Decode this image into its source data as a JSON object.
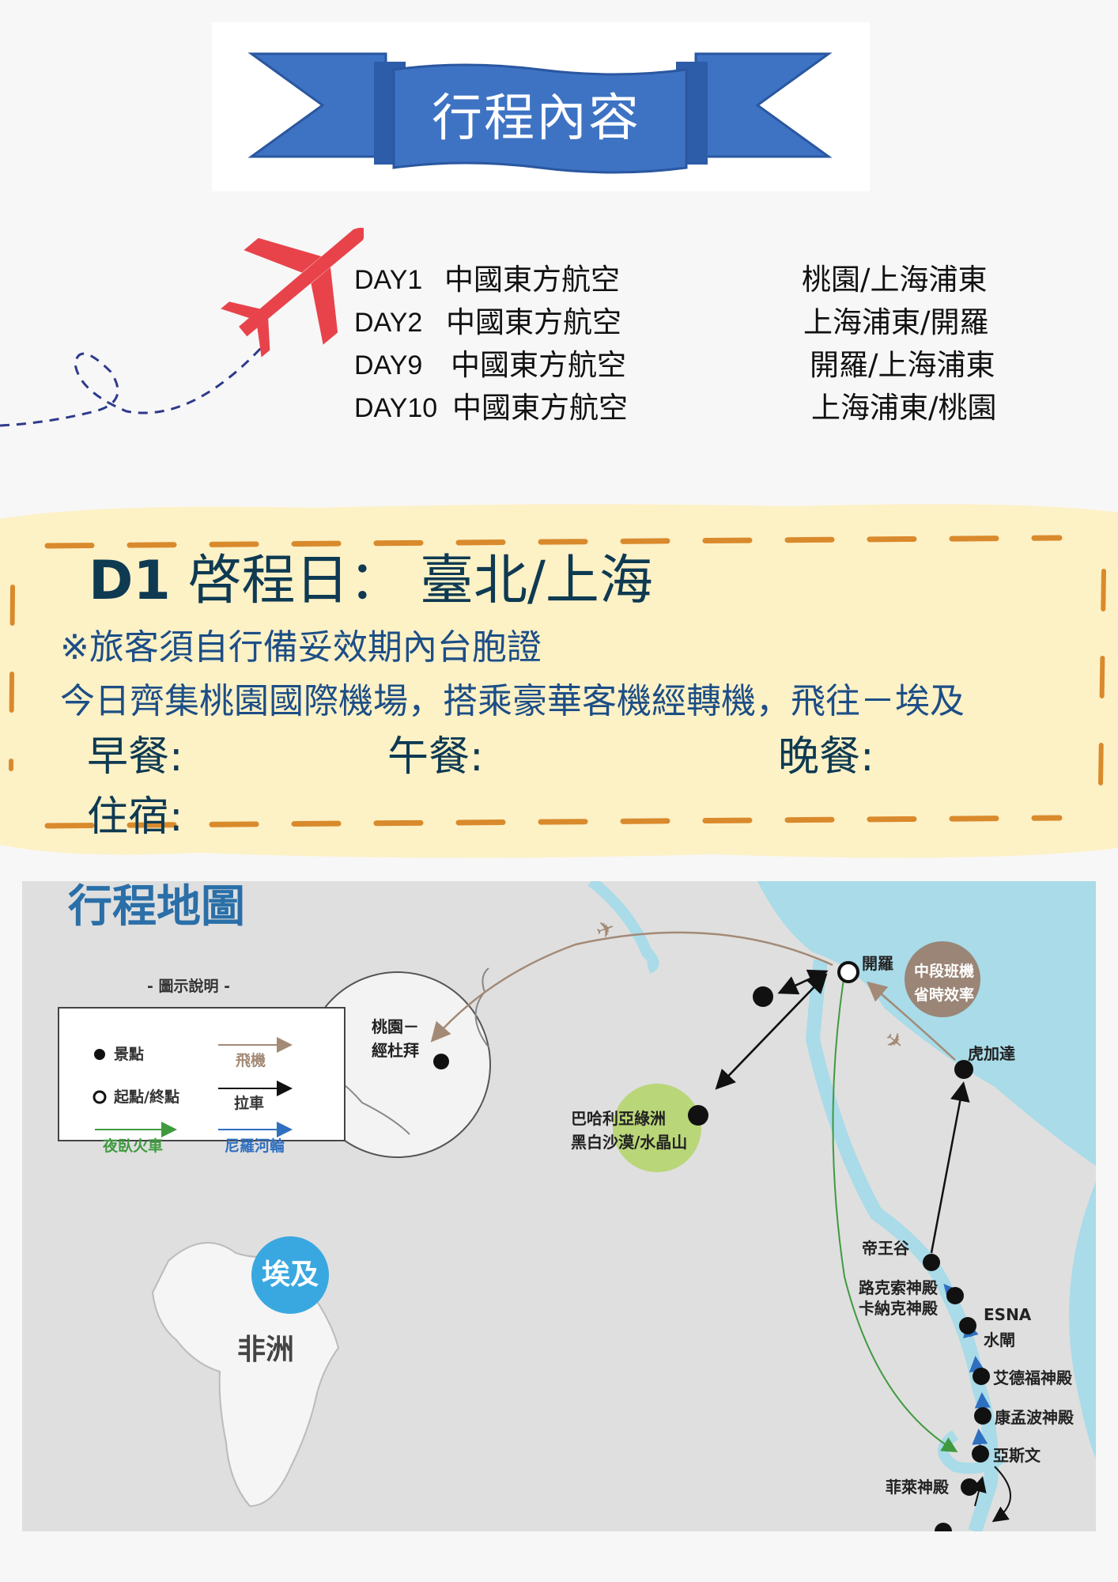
{
  "header": {
    "title": "行程內容"
  },
  "flights": [
    {
      "day": "DAY1",
      "airline": "中國東方航空",
      "route": "桃園/上海浦東"
    },
    {
      "day": "DAY2",
      "airline": "中國東方航空",
      "route": "上海浦東/開羅"
    },
    {
      "day": "DAY9",
      "airline": "中國東方航空",
      "route": "開羅/上海浦東"
    },
    {
      "day": "DAY10",
      "airline": "中國東方航空",
      "route": "上海浦東/桃園"
    }
  ],
  "day1": {
    "code": "D1",
    "title": "啓程日： 臺北/上海",
    "note": "※旅客須自行備妥效期內台胞證",
    "description": "今日齊集桃園國際機場，搭乘豪華客機經轉機，飛往－埃及",
    "breakfast_label": "早餐:",
    "lunch_label": "午餐:",
    "dinner_label": "晚餐:",
    "lodging_label": "住宿:"
  },
  "map": {
    "title": "行程地圖",
    "legend": {
      "title": "- 圖示說明 -",
      "attraction": "景點",
      "endpoint": "起點/終點",
      "night_train": "夜臥火車",
      "flight": "飛機",
      "bus": "拉車",
      "nile_cruise": "尼羅河輪"
    },
    "inset_label_1": "桃園－",
    "inset_label_2": "經杜拜",
    "country": "埃及",
    "continent": "非洲",
    "badge_line1": "中段班機",
    "badge_line2": "省時效率",
    "places": {
      "cairo": "開羅",
      "hurghada": "虎加達",
      "bahariya_1": "巴哈利亞綠洲",
      "bahariya_2": "黑白沙漠/水晶山",
      "valley_kings": "帝王谷",
      "luxor_1": "路克索神殿",
      "luxor_2": "卡納克神殿",
      "esna_1": "ESNA",
      "esna_2": "水閘",
      "edfu": "艾德福神殿",
      "kom_ombo": "康孟波神殿",
      "aswan": "亞斯文",
      "philae": "菲萊神殿"
    }
  },
  "colors": {
    "banner_blue": "#3e73c4",
    "plane_red": "#e8434b",
    "card_bg": "#fdf1c6",
    "dash_orange": "#d98a2c",
    "title_navy": "#0e3a52",
    "text_blue": "#1c4e86",
    "map_blue": "#2a6fa8",
    "nile_blue": "#a9dbe8",
    "oasis_green": "#b9d678",
    "egypt_badge": "#3aa8e0",
    "badge_brown": "#9a8576",
    "flight_brown": "#a38a76",
    "train_green": "#3f9a3f",
    "cruise_blue": "#2f6fc0"
  }
}
